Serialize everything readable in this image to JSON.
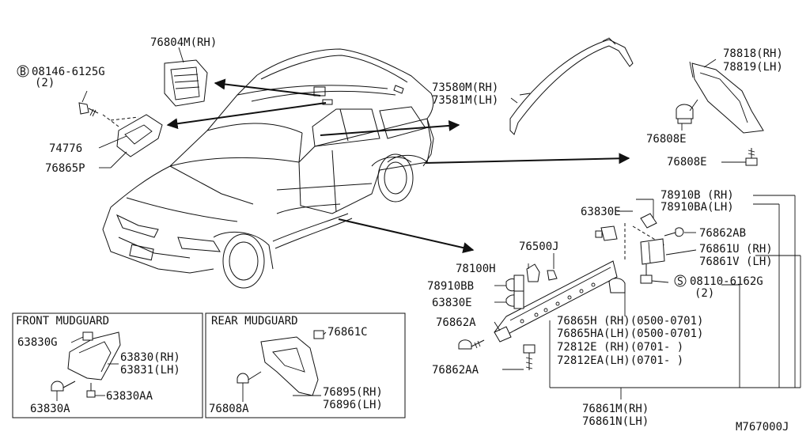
{
  "labels": {
    "p76804M": "76804M(RH)",
    "bolt_ref": "08146-6125G",
    "bolt_ref_mark": "B",
    "bolt_qty": "(2)",
    "p74776": "74776",
    "p76865P": "76865P",
    "p73580M": "73580M(RH)",
    "p73581M": "73581M(LH)",
    "p78818": "78818(RH)",
    "p78819": "78819(LH)",
    "p76808E_a": "76808E",
    "p76808E_b": "76808E",
    "p78910B": "78910B (RH)",
    "p78910BA": "78910BA(LH)",
    "p63830E_a": "63830E",
    "p76862AB": "76862AB",
    "p76861U": "76861U (RH)",
    "p76861V": "76861V (LH)",
    "screw_ref_mark": "S",
    "screw_ref": "08110-6162G",
    "screw_qty": "(2)",
    "p76500J": "76500J",
    "p78100H": "78100H",
    "p78910BB": "78910BB",
    "p63830E_b": "63830E",
    "p76862A": "76862A",
    "p76862AA": "76862AA",
    "p76865H": "76865H (RH)(0500-0701)",
    "p76865HA": "76865HA(LH)(0500-0701)",
    "p72812E": "72812E  (RH)(0701-   )",
    "p72812EA": "72812EA(LH)(0701-   )",
    "p76861M": "76861M(RH)",
    "p76861N": "76861N(LH)",
    "diagram_code": "M767000J"
  },
  "front_box": {
    "title": "FRONT MUDGUARD",
    "p63830G": "63830G",
    "p63830": "63830(RH)",
    "p63831": "63831(LH)",
    "p63830AA": "63830AA",
    "p63830A": "63830A"
  },
  "rear_box": {
    "title": "REAR MUDGUARD",
    "p76861C": "76861C",
    "p76895": "76895(RH)",
    "p76896": "76896(LH)",
    "p76808A": "76808A"
  }
}
